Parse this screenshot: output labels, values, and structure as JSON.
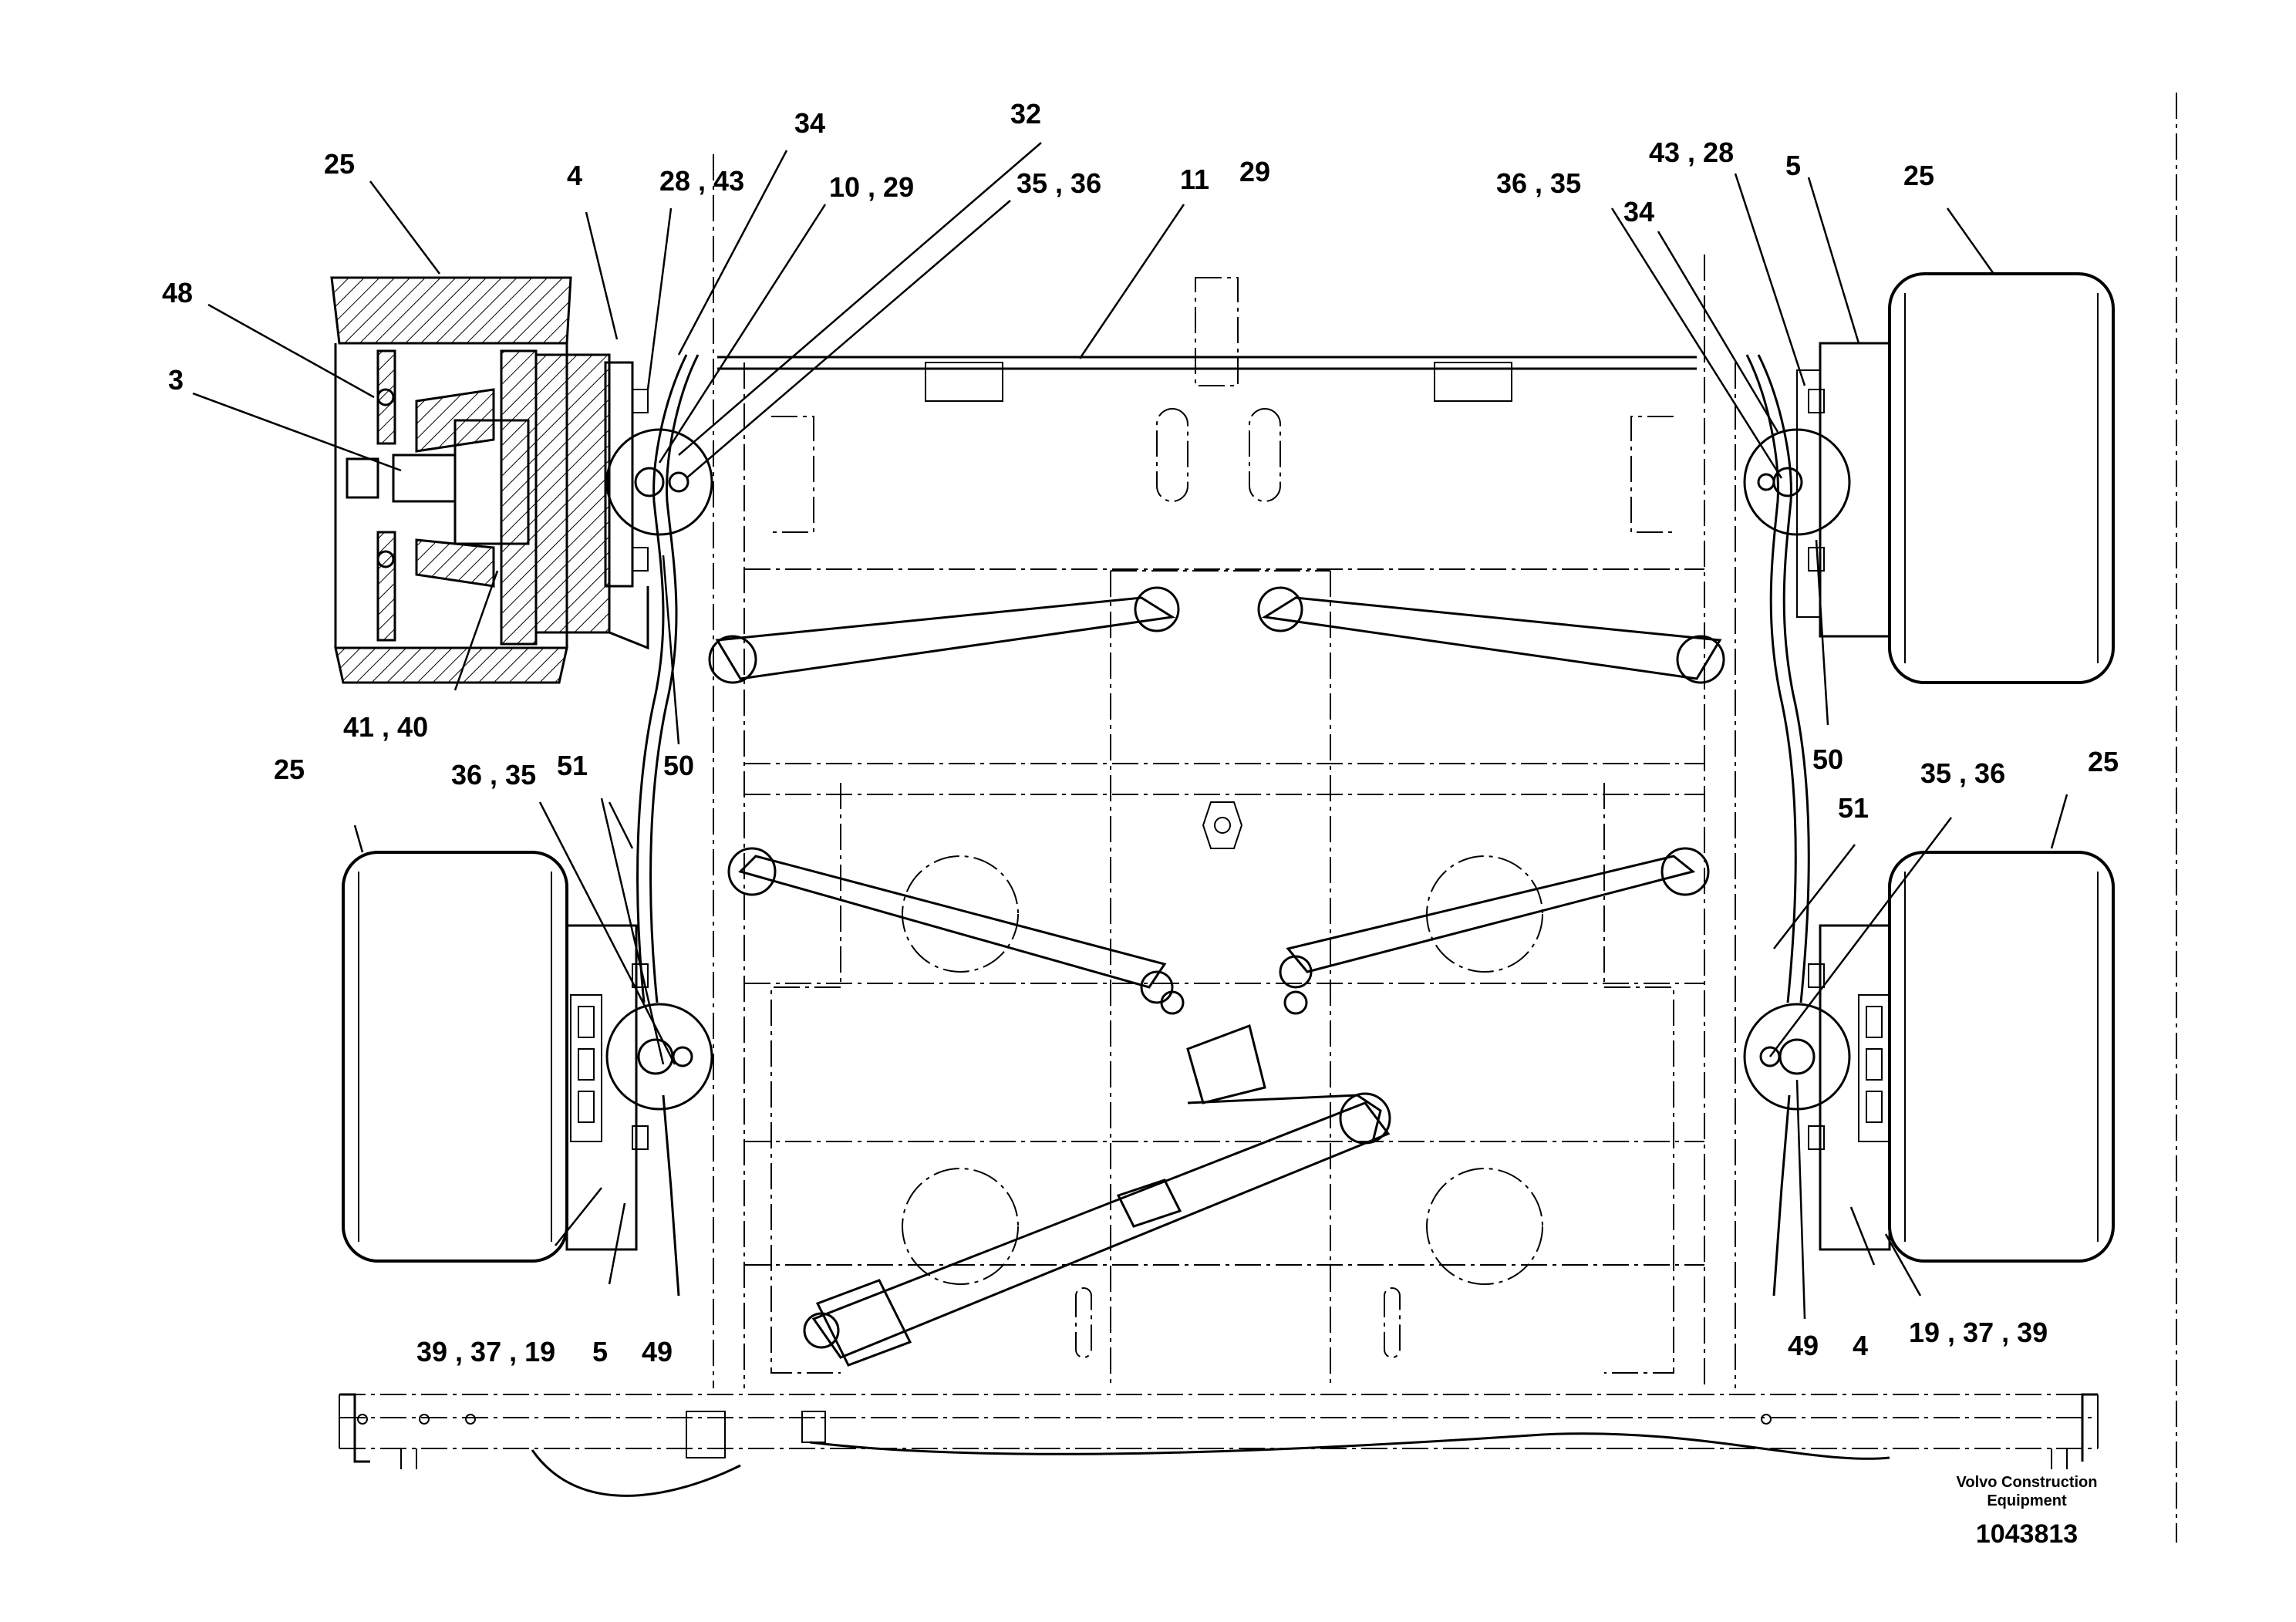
{
  "labels": {
    "l25_tl": "25",
    "l48": "48",
    "l3": "3",
    "l4_top": "4",
    "l28_43": "28 , 43",
    "l34_top": "34",
    "l10_29": "10 , 29",
    "l32": "32",
    "l35_36_top": "35 , 36",
    "l11": "11",
    "l29": "29",
    "l41_40": "41 , 40",
    "l50_left": "50",
    "l25_bl": "25",
    "l36_35_left": "36 , 35",
    "l51_left": "51",
    "l39_37_19": "39 , 37 , 19",
    "l5_bottom": "5",
    "l49_left": "49",
    "l36_35_right": "36 , 35",
    "l43_28": "43 , 28",
    "l5_top": "5",
    "l25_tr": "25",
    "l34_right": "34",
    "l50_right": "50",
    "l35_36_right": "35 , 36",
    "l25_br": "25",
    "l51_right": "51",
    "l49_right": "49",
    "l4_bottom": "4",
    "l19_37_39": "19 , 37 , 39"
  },
  "footer": {
    "brand_line1": "Volvo Construction",
    "brand_line2": "Equipment",
    "part_number": "1043813"
  }
}
